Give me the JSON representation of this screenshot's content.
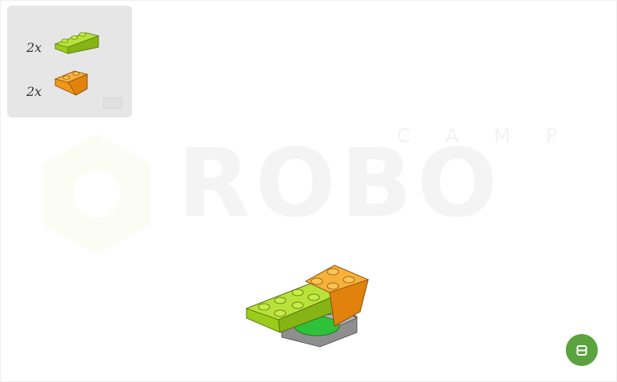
{
  "watermark": {
    "brand": "ROBO",
    "sub": "CAMP"
  },
  "parts": [
    {
      "qty": "2x",
      "icon": "slope-brick-lime-icon",
      "color": "#9ccc1a"
    },
    {
      "qty": "2x",
      "icon": "slope-brick-orange-icon",
      "color": "#f0961a"
    }
  ],
  "colors": {
    "lime": "#9ccc1a",
    "orange": "#f0961a",
    "green": "#2ec23a",
    "grey": "#9a9a9a",
    "button": "#5aa33e"
  },
  "button": {
    "icon": "pieces-icon"
  }
}
